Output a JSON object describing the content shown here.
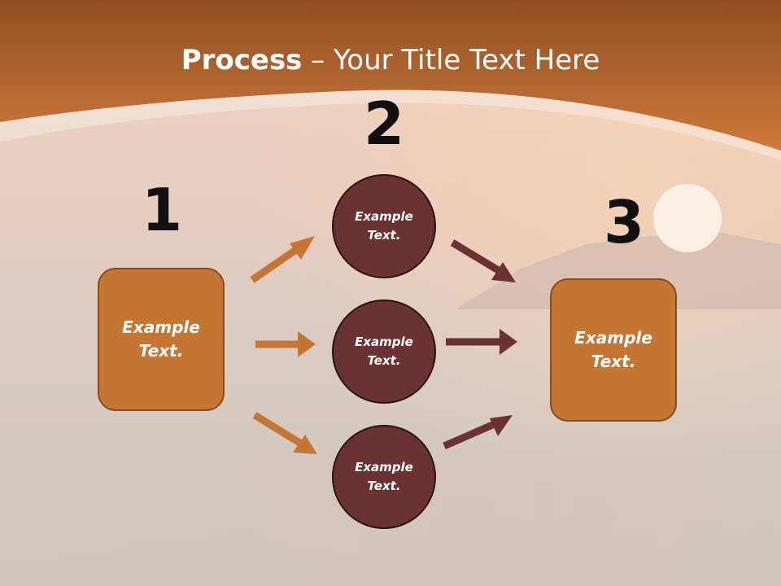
{
  "title": {
    "bold": "Process",
    "rest": " – Your Title Text Here"
  },
  "steps": [
    {
      "number": "1",
      "text": "Example\nText."
    },
    {
      "number": "2",
      "circles": [
        "Example\nText.",
        "Example\nText.",
        "Example\nText."
      ]
    },
    {
      "number": "3",
      "text": "Example\nText."
    }
  ],
  "colors": {
    "header": "#b5632a",
    "box_fill": "#c57634",
    "circle_fill": "#6b3233",
    "arrow_orange": "#c57634",
    "arrow_maroon": "#6b3233"
  }
}
